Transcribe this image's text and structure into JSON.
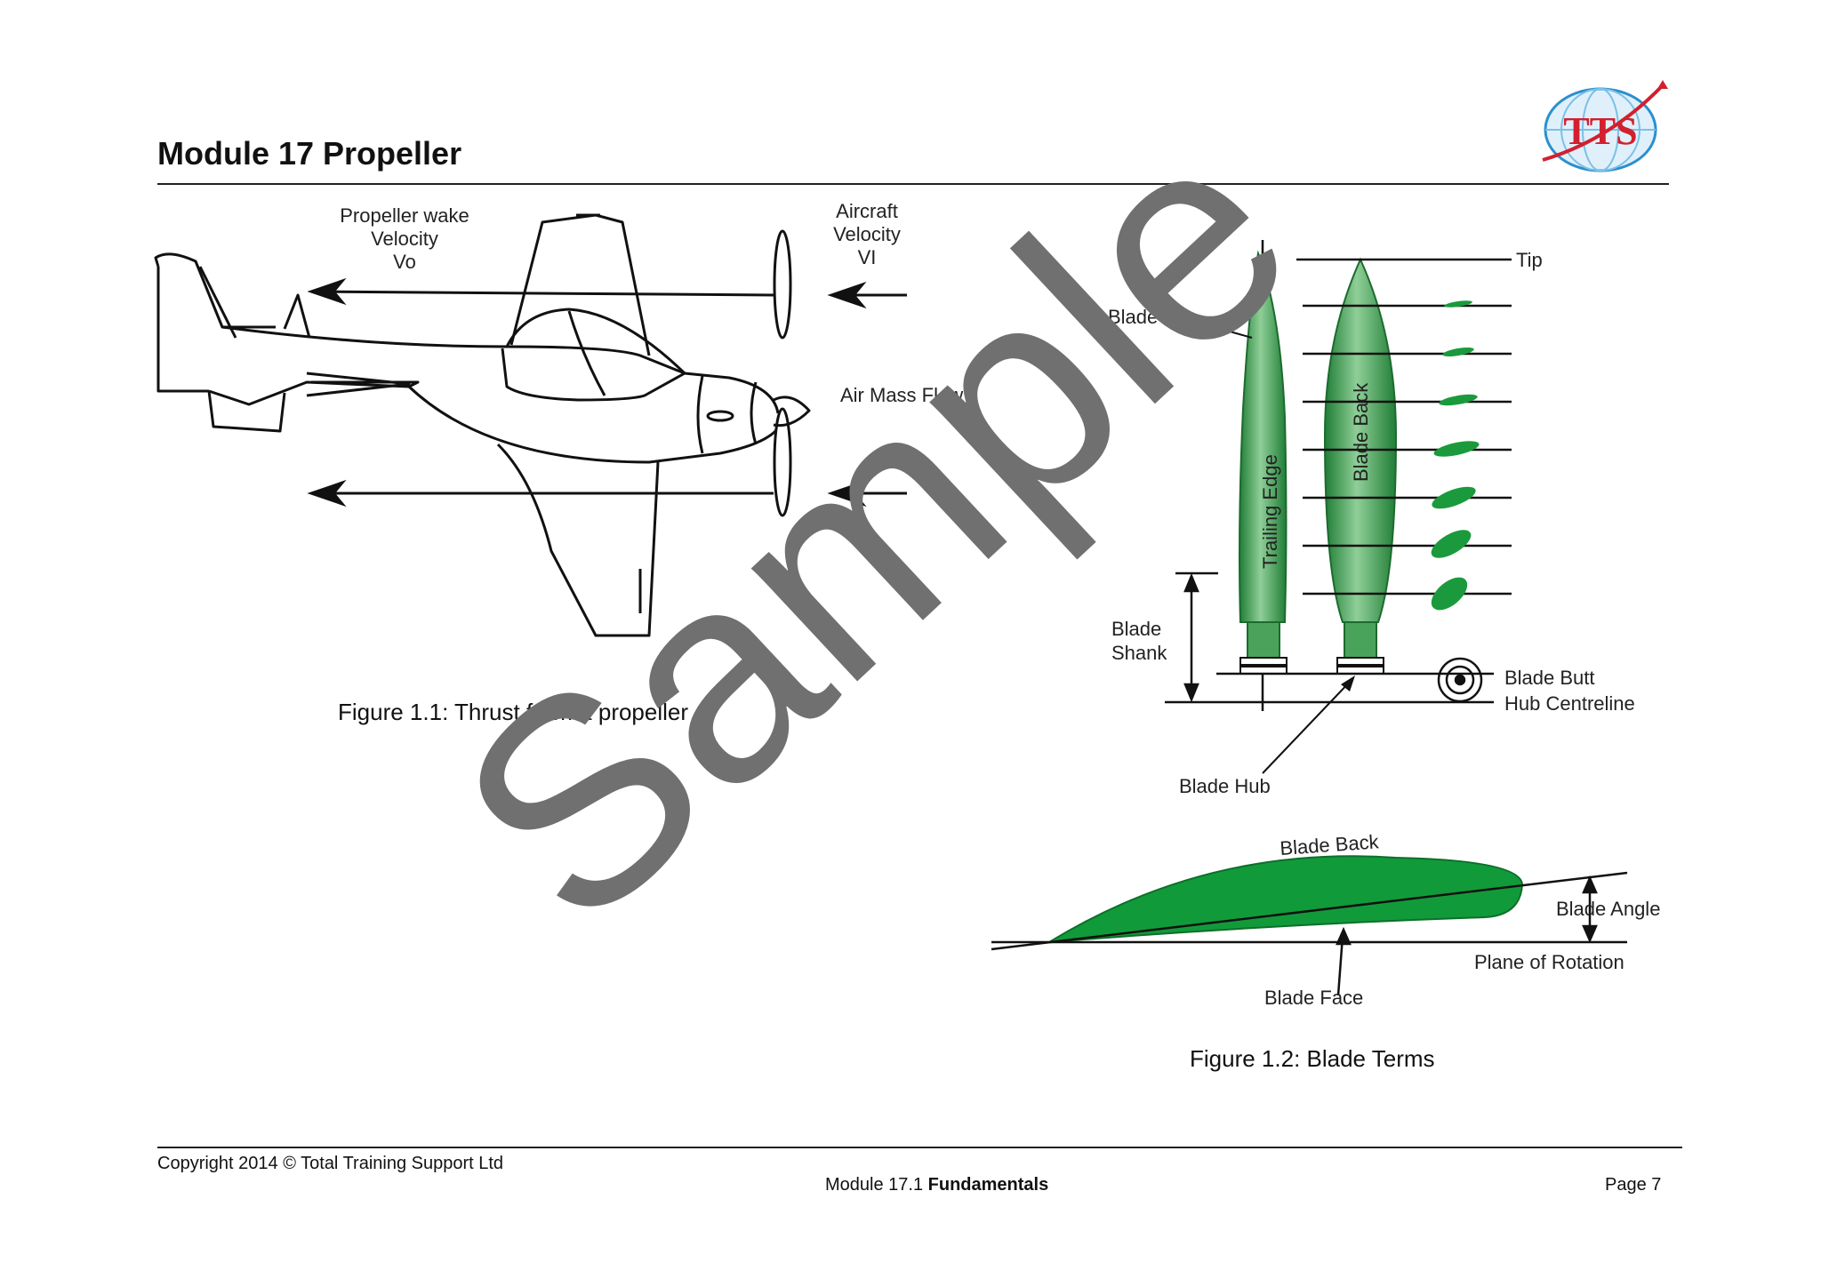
{
  "header": {
    "title": "Module 17 Propeller",
    "logo_text": "TTS"
  },
  "figure1": {
    "wake_label": [
      "Propeller wake",
      "Velocity",
      "Vo"
    ],
    "aircraft_velocity_label": [
      "Aircraft",
      "Velocity",
      "VI"
    ],
    "air_mass_flow": "Air Mass Flow",
    "caption": "Figure 1.1: Thrust from a propeller"
  },
  "figure2": {
    "tip": "Tip",
    "blade_partial": "Blade",
    "trailing_edge": "Trailing Edge",
    "blade_back_vertical": "Blade Back",
    "blade_shank": [
      "Blade",
      "Shank"
    ],
    "blade_butt": "Blade Butt",
    "hub_centreline": "Hub Centreline",
    "blade_hub": "Blade Hub",
    "blade_back": "Blade Back",
    "blade_angle": "Blade Angle",
    "plane_of_rotation": "Plane of Rotation",
    "blade_face": "Blade Face",
    "caption": "Figure 1.2:  Blade Terms"
  },
  "watermark": "Sample",
  "footer": {
    "copyright": "Copyright 2014 © Total Training Support Ltd",
    "module_prefix": "Module 17.1 ",
    "module_bold": "Fundamentals",
    "page": "Page 7"
  },
  "colors": {
    "blade_green": "#2e9a44",
    "airfoil_green": "#119a3a",
    "watermark_gray": "#707070",
    "logo_red": "#d2202f",
    "logo_blue": "#2b8fcf"
  }
}
